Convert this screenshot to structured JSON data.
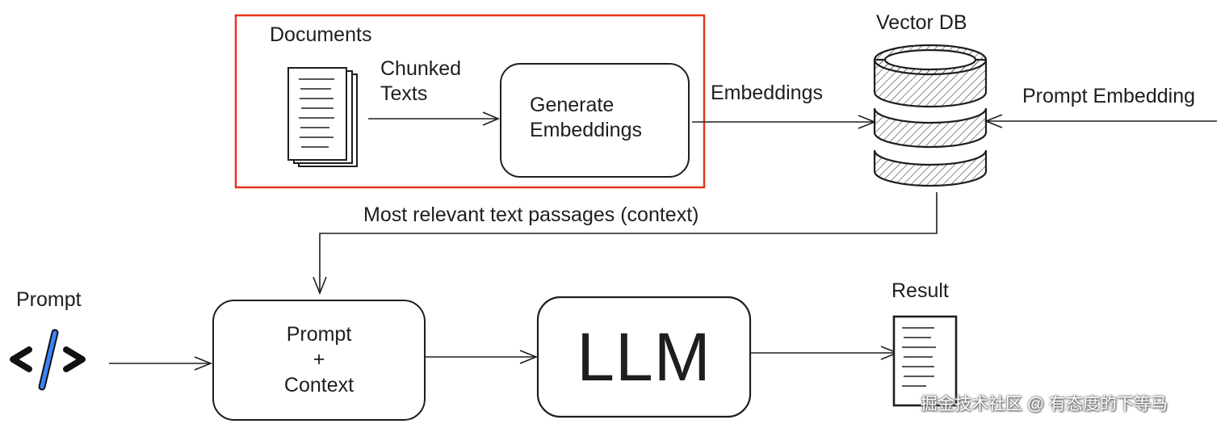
{
  "diagram": {
    "nodes": {
      "documents": "Documents",
      "generate_embeddings": [
        "Generate",
        "Embeddings"
      ],
      "vector_db": "Vector DB",
      "prompt_input": "Prompt",
      "prompt_context": [
        "Prompt",
        "+",
        "Context"
      ],
      "llm": "LLM",
      "result": "Result"
    },
    "edges": {
      "chunked_texts": [
        "Chunked",
        "Texts"
      ],
      "embeddings": "Embeddings",
      "prompt_embedding": "Prompt Embedding",
      "context": "Most relevant text passages (context)"
    },
    "colors": {
      "highlight": "#e8341c",
      "stroke": "#1e1e1e",
      "code_icon_accent": "#3b82f6"
    },
    "icons": [
      "document-stack-icon",
      "database-cylinder-icon",
      "code-icon",
      "result-document-icon"
    ]
  },
  "watermark": "掘金技术社区 @ 有态度的下等马"
}
